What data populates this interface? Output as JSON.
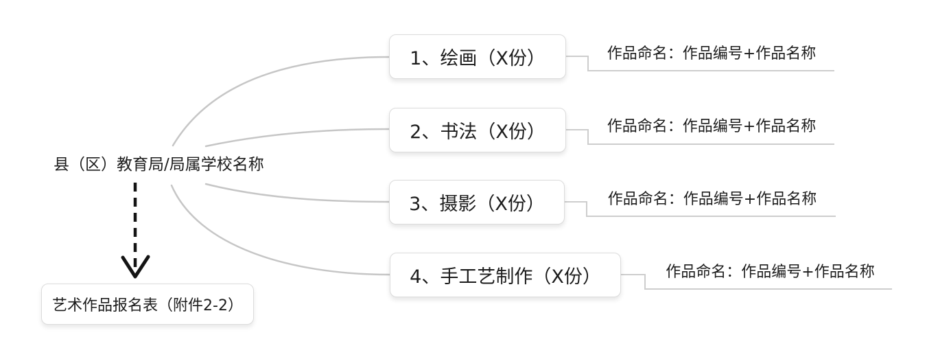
{
  "diagram": {
    "root": {
      "label": "县（区）教育局/局属学校名称"
    },
    "branches": [
      {
        "index": "1",
        "label": "1、绘画（X份）",
        "note": "作品命名：作品编号+作品名称"
      },
      {
        "index": "2",
        "label": "2、书法（X份）",
        "note": "作品命名：作品编号+作品名称"
      },
      {
        "index": "3",
        "label": "3、摄影（X份）",
        "note": "作品命名：作品编号+作品名称"
      },
      {
        "index": "4",
        "label": "4、手工艺制作（X份）",
        "note": "作品命名：作品编号+作品名称"
      }
    ],
    "attachment": {
      "label": "艺术作品报名表（附件2-2）"
    },
    "colors": {
      "branch_line": "#c6c6c6",
      "connector_line": "#cdcdcd",
      "box_border": "#dbdbdb",
      "box_fill": "#ffffff",
      "text": "#1c1c1c",
      "arrow": "#141414"
    }
  }
}
